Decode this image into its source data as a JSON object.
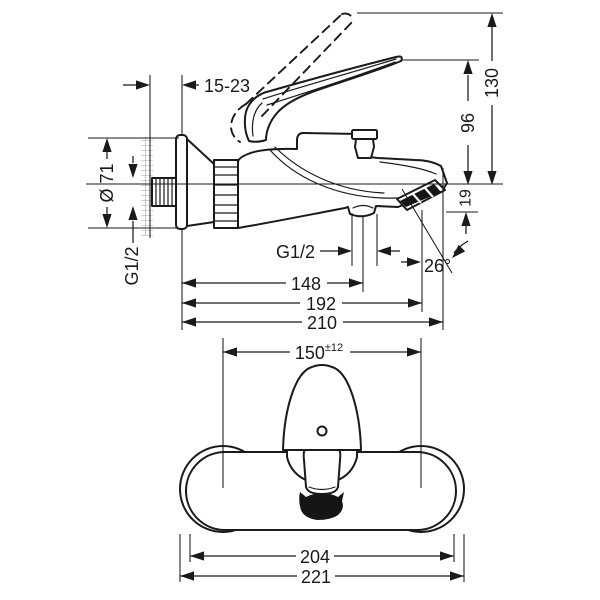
{
  "side_view": {
    "wall_distance": "15-23",
    "total_height": "130",
    "spout_height": "96",
    "tip_drop": "19",
    "escutcheon_diameter": "Ø 71",
    "wall_thread": "G1/2",
    "outlet_thread": "G1/2",
    "spout_angle": "26°",
    "outlet_depth": "148",
    "spout_depth": "192",
    "total_depth": "210"
  },
  "front_view": {
    "centers_value": "150",
    "centers_tolerance": "±12",
    "body_width": "204",
    "total_width": "221"
  },
  "colors": {
    "line": "#1a1a1a",
    "background": "#ffffff"
  }
}
